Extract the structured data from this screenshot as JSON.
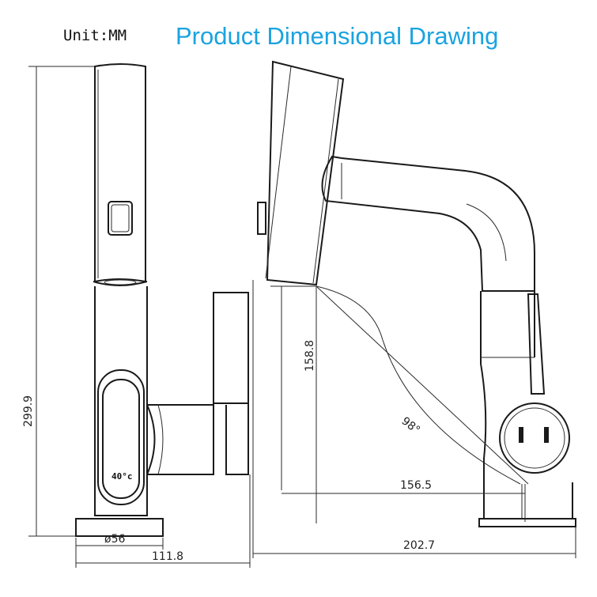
{
  "header": {
    "unit": "Unit:MM",
    "title": "Product Dimensional Drawing"
  },
  "dimensions": {
    "height_total": "299.9",
    "base_diameter": "ø56",
    "depth_total": "111.8",
    "spout_height": "158.8",
    "rotation_angle": "98°",
    "spout_reach": "156.5",
    "length_total": "202.7"
  },
  "display": {
    "temperature": "40°c"
  },
  "colors": {
    "title": "#1aa3e0",
    "line": "#1a1a1a"
  }
}
